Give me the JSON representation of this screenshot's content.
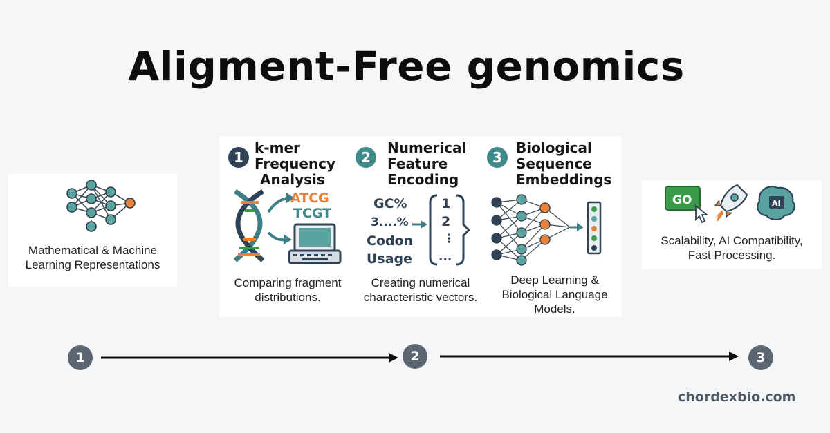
{
  "title": "Aligment-Free genomics",
  "left": {
    "caption_line1": "Mathematical & Machine",
    "caption_line2": "Learning Representations"
  },
  "columns": [
    {
      "number": "1",
      "heading_lines": [
        "k-mer",
        "Frequency",
        "Analysis"
      ],
      "seq_top": "ATCG",
      "seq_bottom": "TCGT",
      "caption_lines": [
        "Comparing fragment",
        "distributions."
      ],
      "badge_color": "#2f4256"
    },
    {
      "number": "2",
      "heading_lines": [
        "Numerical",
        "Feature",
        "Encoding"
      ],
      "features": [
        "GC%",
        "3....%",
        "Codon",
        "Usage"
      ],
      "vector": [
        "1",
        "2",
        "⋮",
        "..."
      ],
      "caption_lines": [
        "Creating numerical",
        "characteristic vectors."
      ],
      "badge_color": "#3f8a8a"
    },
    {
      "number": "3",
      "heading_lines": [
        "Biological",
        "Sequence",
        "Embeddings"
      ],
      "caption_lines": [
        "Deep Learning &",
        "Biological Language",
        "Models."
      ],
      "badge_color": "#3f8a8a"
    }
  ],
  "right": {
    "go_label": "GO",
    "ai_label": "AI",
    "caption_line1": "Scalability, AI Compatibility,",
    "caption_line2": "Fast Processing."
  },
  "timeline": {
    "steps": [
      "1",
      "2",
      "3"
    ]
  },
  "brand": "chordexbio.com",
  "colors": {
    "teal": "#3f8a8a",
    "navy": "#2f4256",
    "orange": "#e8813a",
    "step_gray": "#5b6670",
    "green": "#3a9a4a"
  }
}
